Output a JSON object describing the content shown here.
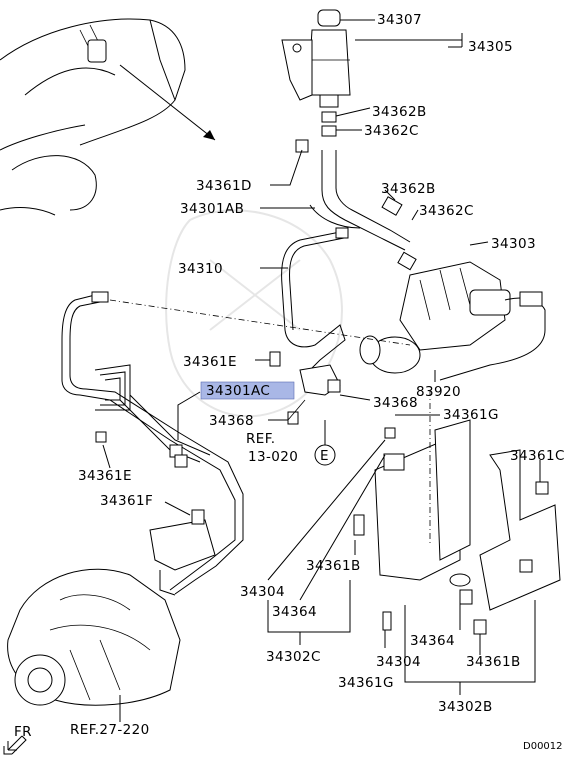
{
  "labels": {
    "l34307": "34307",
    "l34305": "34305",
    "l34362B_top": "34362B",
    "l34362C_top": "34362C",
    "l34361D": "34361D",
    "l34301AB": "34301AB",
    "l34362B_mid": "34362B",
    "l34362C_mid": "34362C",
    "l34303": "34303",
    "l34310": "34310",
    "l34361E_upper": "34361E",
    "l83920": "83920",
    "l34301AC": "34301AC",
    "l34368_right": "34368",
    "l34368_left": "34368",
    "l34361G_right": "34361G",
    "ref_13_020_a": "REF.",
    "ref_13_020_b": "13-020",
    "ref_e": "E",
    "l34361C": "34361C",
    "l34361E_lower": "34361E",
    "l34361F": "34361F",
    "l34361B_left": "34361B",
    "l34304_left": "34304",
    "l34364_left": "34364",
    "l34302C": "34302C",
    "l34364_right": "34364",
    "l34304_right": "34304",
    "l34361B_right": "34361B",
    "l34361G_bottom": "34361G",
    "l34302B": "34302B",
    "ref_27_220": "REF.27-220",
    "fr": "FR",
    "diagram_code": "D00012"
  },
  "colors": {
    "highlight": "#a9b7e6",
    "line": "#000000"
  }
}
